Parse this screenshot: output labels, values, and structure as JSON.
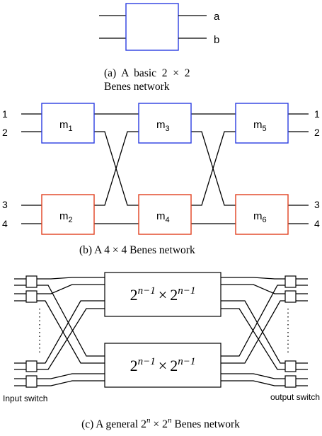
{
  "panel_a": {
    "outputs": [
      "a",
      "b"
    ],
    "caption_line1": "(a)  A  basic  2  ×  2",
    "caption_line2": "Benes network"
  },
  "panel_b": {
    "inputs": [
      "1",
      "2",
      "3",
      "4"
    ],
    "outputs": [
      "1",
      "2",
      "3",
      "4"
    ],
    "switches": [
      {
        "base": "m",
        "sub": "1",
        "color": "#2b3de0"
      },
      {
        "base": "m",
        "sub": "2",
        "color": "#e0401f"
      },
      {
        "base": "m",
        "sub": "3",
        "color": "#2b3de0"
      },
      {
        "base": "m",
        "sub": "4",
        "color": "#e0401f"
      },
      {
        "base": "m",
        "sub": "5",
        "color": "#2b3de0"
      },
      {
        "base": "m",
        "sub": "6",
        "color": "#e0401f"
      }
    ],
    "caption": "(b) A 4 × 4 Benes network"
  },
  "panel_c": {
    "sub_network_label": {
      "base": "2",
      "exp": "n−1",
      "times": "×"
    },
    "input_switch_label": "Input switch",
    "output_switch_label": "output switch",
    "caption_prefix": "(c) A general ",
    "caption_base": "2",
    "caption_exp": "n",
    "caption_times": " × ",
    "caption_suffix": " Benes network"
  }
}
